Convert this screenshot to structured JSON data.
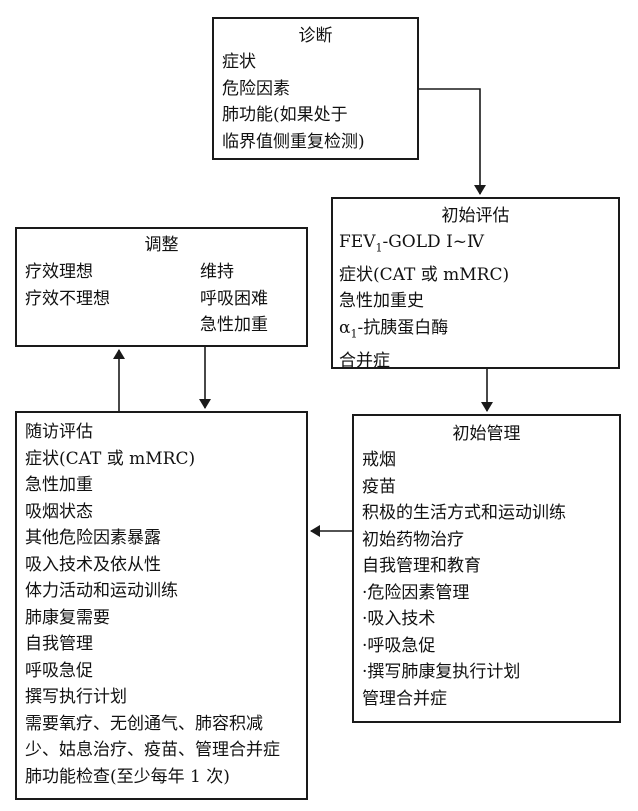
{
  "diagnosis": {
    "title": "诊断",
    "items": [
      "症状",
      "危险因素",
      "肺功能(如果处于",
      "临界值侧重复检测)"
    ]
  },
  "initial_assessment": {
    "title": "初始评估",
    "fev_prefix": "FEV",
    "fev_sub": "1",
    "fev_suffix": "-GOLD Ⅰ~Ⅳ",
    "items": [
      "症状(CAT 或 mMRC)",
      "急性加重史"
    ],
    "alpha": "α",
    "alpha_sub": "1",
    "alpha_suffix": "-抗胰蛋白酶",
    "last": "合并症"
  },
  "adjust": {
    "title": "调整",
    "left": [
      "疗效理想",
      "疗效不理想"
    ],
    "right": [
      "维持",
      "呼吸困难",
      "急性加重"
    ]
  },
  "initial_management": {
    "title": "初始管理",
    "items": [
      "戒烟",
      "疫苗",
      "积极的生活方式和运动训练",
      "初始药物治疗",
      "自我管理和教育",
      "·危险因素管理",
      "·吸入技术",
      "·呼吸急促",
      "·撰写肺康复执行计划",
      "管理合并症"
    ]
  },
  "follow_up": {
    "title": "随访评估",
    "items": [
      "症状(CAT 或 mMRC)",
      "急性加重",
      "吸烟状态",
      "其他危险因素暴露",
      "吸入技术及依从性",
      "体力活动和运动训练",
      "肺康复需要",
      "自我管理",
      "呼吸急促",
      "撰写执行计划",
      "需要氧疗、无创通气、肺容积减",
      "少、姑息治疗、疫苗、管理合并症",
      "肺功能检查(至少每年 1 次)"
    ]
  }
}
